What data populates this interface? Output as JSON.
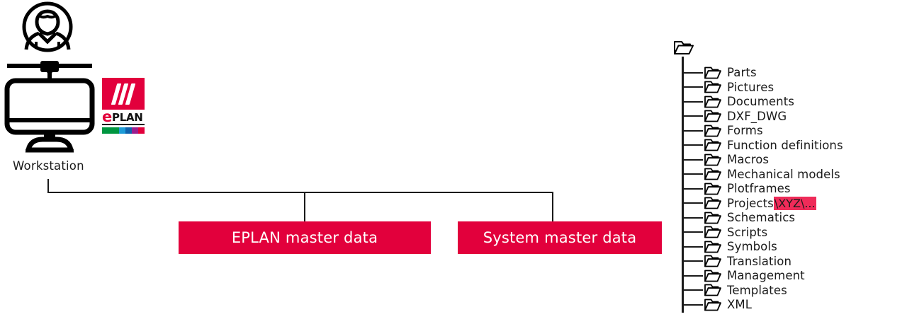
{
  "workstation": {
    "label": "Workstation",
    "user_icon": "user-avatar-icon",
    "monitor_icon": "workstation-monitor-icon"
  },
  "eplan_logo": {
    "wordmark_e": "e",
    "wordmark_plan": "PLAN",
    "mark_color": "#e2003c",
    "bar_colors": [
      "#009640",
      "#1d9bd7",
      "#0f62ac",
      "#9b1e8e",
      "#e2003c"
    ]
  },
  "boxes": [
    {
      "id": "eplan-master-data",
      "label": "EPLAN master data",
      "color": "#e2003c"
    },
    {
      "id": "system-master-data",
      "label": "System master data",
      "color": "#e2003c"
    }
  ],
  "folder_tree": {
    "root_icon": "folder-icon",
    "highlight_color": "#ef2b59",
    "items": [
      {
        "label": "Parts"
      },
      {
        "label": "Pictures"
      },
      {
        "label": "Documents"
      },
      {
        "label": "DXF_DWG"
      },
      {
        "label": "Forms"
      },
      {
        "label": "Function definitions"
      },
      {
        "label": "Macros"
      },
      {
        "label": "Mechanical models"
      },
      {
        "label": "Plotframes"
      },
      {
        "label": "Projects",
        "highlight": "\\XYZ\\..."
      },
      {
        "label": "Schematics"
      },
      {
        "label": "Scripts"
      },
      {
        "label": "Symbols"
      },
      {
        "label": "Translation"
      },
      {
        "label": "Management"
      },
      {
        "label": "Templates"
      },
      {
        "label": "XML"
      }
    ]
  }
}
